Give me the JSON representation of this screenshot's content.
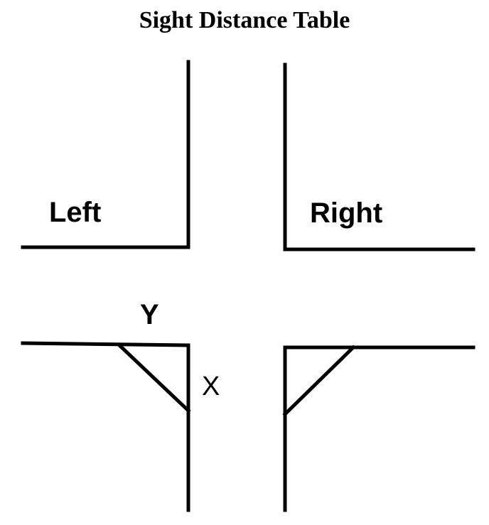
{
  "title": "Sight Distance Table",
  "labels": {
    "left": "Left",
    "right": "Right",
    "y": "Y",
    "x": "X"
  },
  "colors": {
    "ink": "#000000",
    "background": "#ffffff"
  }
}
